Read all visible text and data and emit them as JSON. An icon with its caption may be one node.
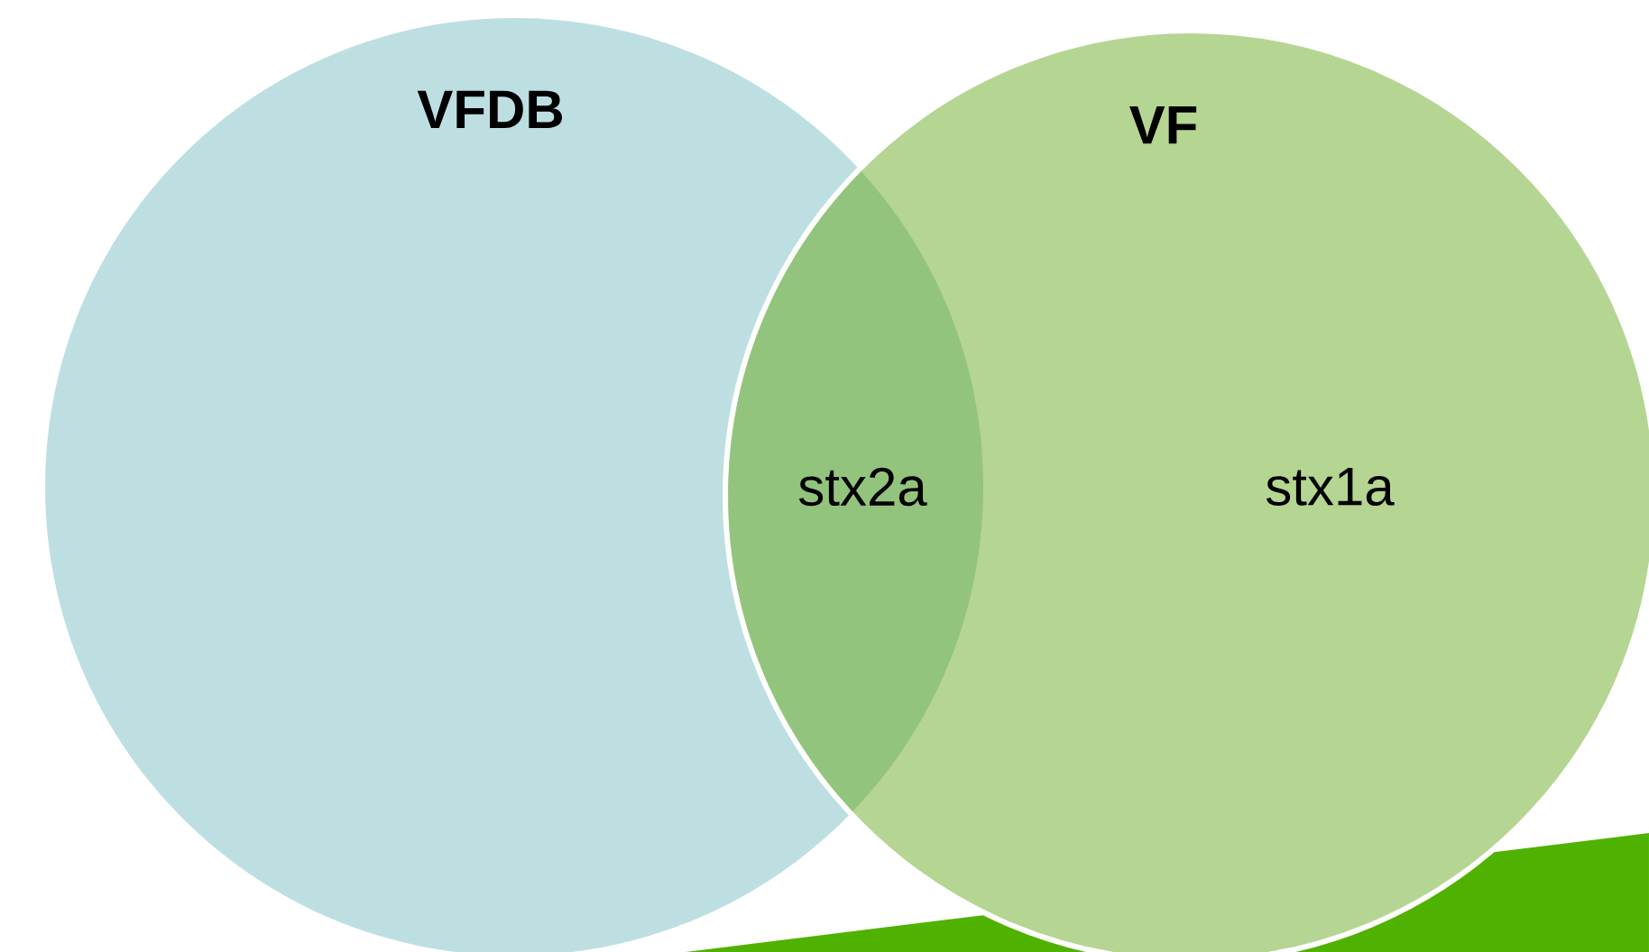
{
  "diagram": {
    "nodes": [
      {
        "text": [
          "VFDB"
        ]
      },
      {
        "text": [
          "VF"
        ]
      }
    ],
    "labels": [
      "stx2a",
      "stx1a"
    ]
  }
}
